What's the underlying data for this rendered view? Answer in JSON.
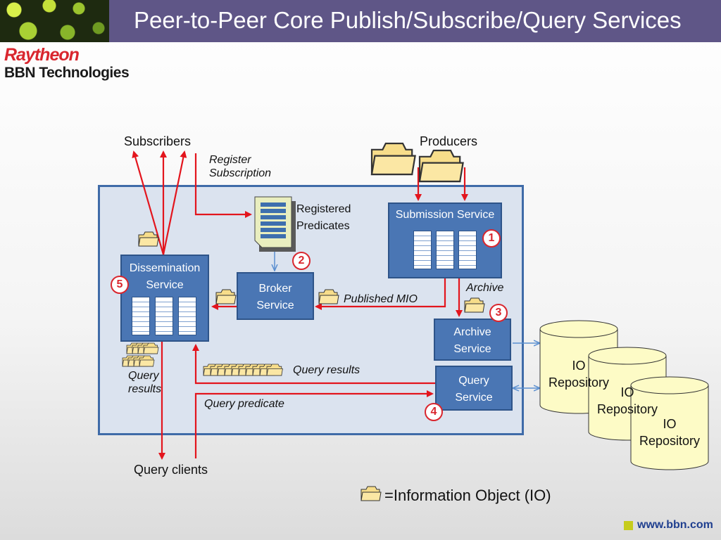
{
  "header": {
    "title": "Peer-to-Peer Core Publish/Subscribe/Query Services",
    "brand_line1": "Raytheon",
    "brand_line2": "BBN Technologies"
  },
  "footer": {
    "url": "www.bbn.com"
  },
  "labels": {
    "subscribers": "Subscribers",
    "producers": "Producers",
    "query_clients": "Query clients",
    "register_subscription_1": "Register",
    "register_subscription_2": "Subscription",
    "registered_predicates_1": "Registered",
    "registered_predicates_2": "Predicates",
    "published_mio": "Published MIO",
    "archive": "Archive",
    "query_results_top": "Query results",
    "query_results_left_1": "Query",
    "query_results_left_2": "results",
    "query_predicate": "Query predicate",
    "legend": "=Information Object (IO)"
  },
  "services": {
    "submission": "Submission Service",
    "dissemination_1": "Dissemination",
    "dissemination_2": "Service",
    "broker_1": "Broker",
    "broker_2": "Service",
    "archive_1": "Archive",
    "archive_2": "Service",
    "query_1": "Query",
    "query_2": "Service"
  },
  "badges": [
    "1",
    "2",
    "3",
    "4",
    "5"
  ],
  "repositories": [
    {
      "line1": "IO",
      "line2": "Repository"
    },
    {
      "line1": "IO",
      "line2": "Repository"
    },
    {
      "line1": "IO",
      "line2": "Repository"
    }
  ],
  "colors": {
    "title_bar": "#5f5687",
    "panel_fill": "#dbe3ef",
    "service_box": "#4a76b4",
    "arrow_red": "#e3151d",
    "brand_red": "#d9262e",
    "folder_fill": "#f7dd8a",
    "cylinder_fill": "#fdfbc6"
  }
}
